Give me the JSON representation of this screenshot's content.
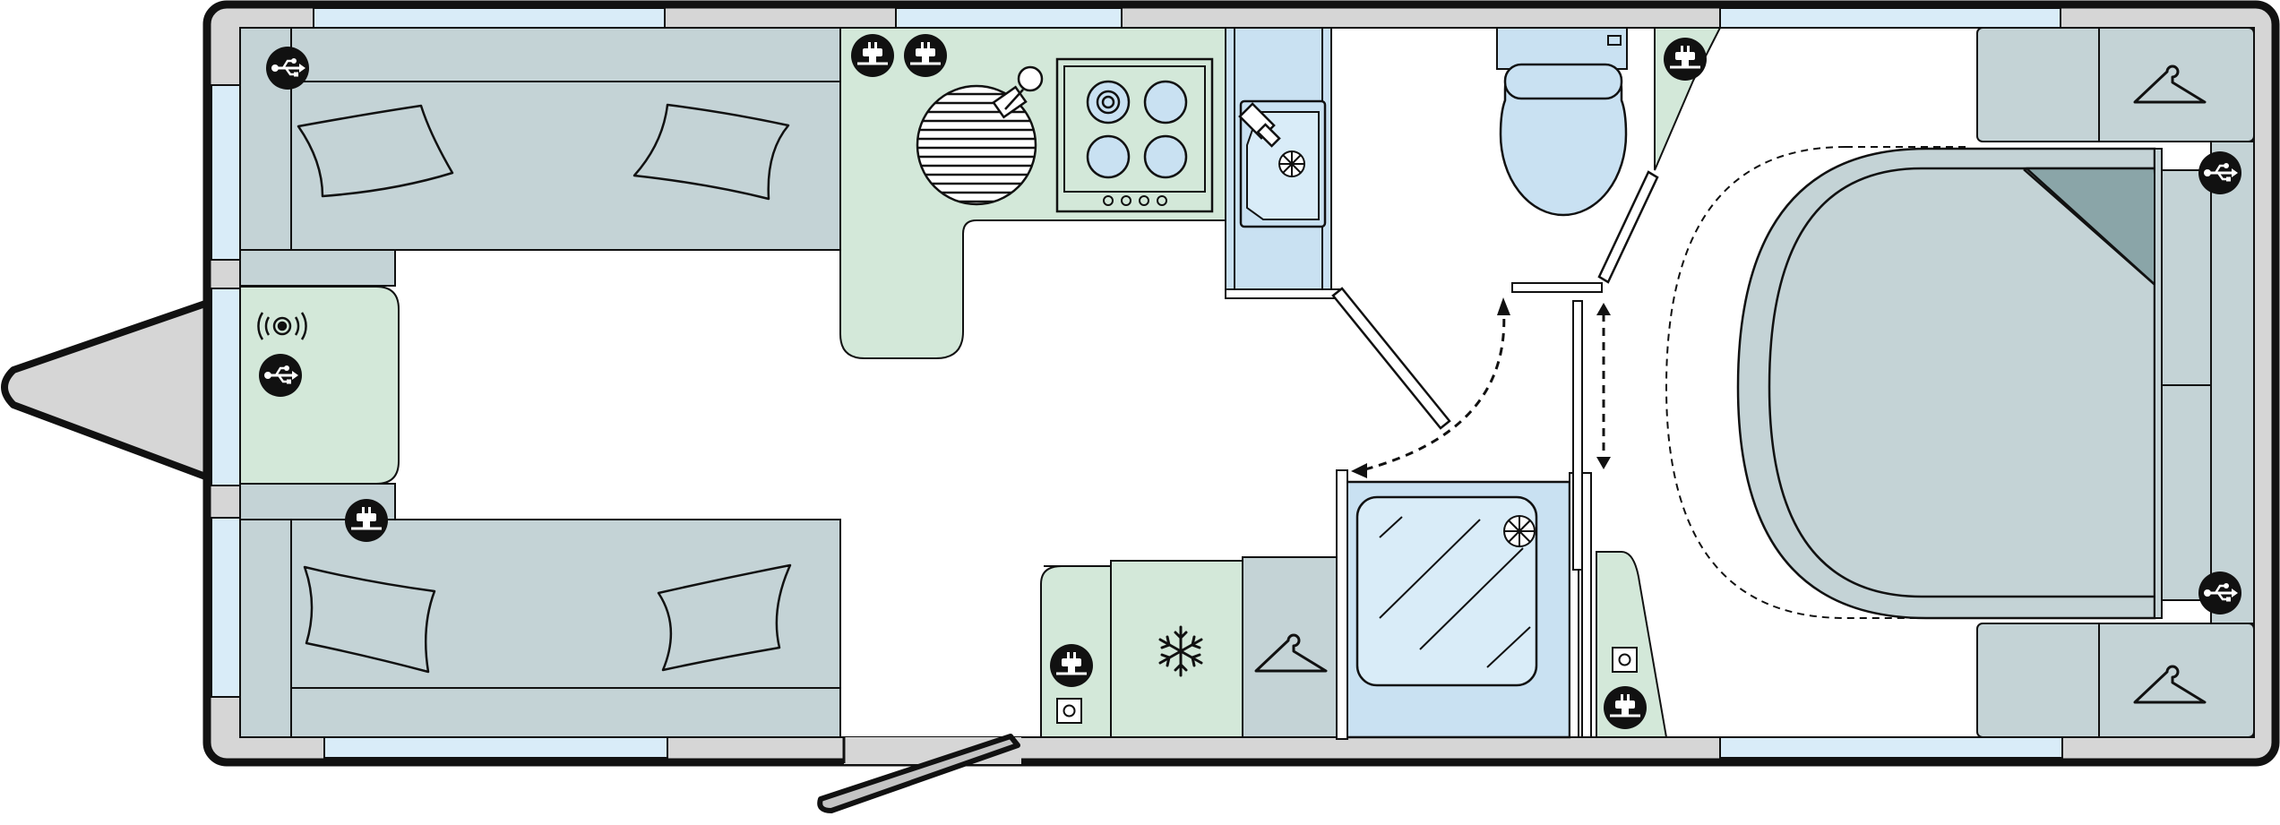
{
  "plan": {
    "type": "caravan-floor-plan",
    "colors": {
      "outline": "#111111",
      "wall": "#d6d6d6",
      "window": "#d9ecf8",
      "seating": "#c4d3d6",
      "seating_dark": "#a9bcc0",
      "kitchen": "#d3e8d9",
      "washroom": "#c9e1f2",
      "wardrobe": "#c4d3d6",
      "bed": "#c4d3d6",
      "bed_fold": "#8aa5a8",
      "floor": "#ffffff"
    },
    "icons": [
      "usb-socket-icon",
      "mains-socket-icon",
      "tv-aerial-socket-icon",
      "coat-hanger-icon",
      "snowflake-icon",
      "hob-burner-icon",
      "sink-drain-icon"
    ],
    "zones": [
      "front-lounge",
      "kitchen",
      "washroom",
      "fixed-bed"
    ]
  }
}
